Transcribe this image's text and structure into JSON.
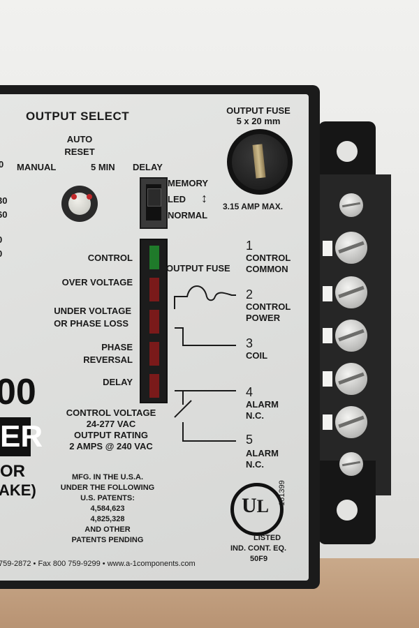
{
  "panel": {
    "output_select": "OUTPUT SELECT",
    "auto_reset": [
      "AUTO",
      "RESET"
    ],
    "manual": "MANUAL",
    "five_min": "5 MIN",
    "delay": "DELAY",
    "memory": "MEMORY",
    "led": "LED",
    "normal": "NORMAL",
    "output_fuse_title": "OUTPUT FUSE",
    "fuse_size": "5 x 20 mm",
    "amp_max": "3.15 AMP MAX.",
    "left_edge_numbers": [
      "0",
      "30",
      "60",
      "0",
      "0"
    ],
    "indicators": [
      {
        "label": "CONTROL",
        "color": "#1f7a2a"
      },
      {
        "label": "OVER VOLTAGE",
        "color": "#7a1a1a"
      },
      {
        "label_lines": [
          "UNDER VOLTAGE",
          "OR PHASE LOSS"
        ],
        "color": "#7a1a1a"
      },
      {
        "label_lines": [
          "PHASE",
          "REVERSAL"
        ],
        "color": "#7a1a1a"
      },
      {
        "label": "DELAY",
        "color": "#7a1a1a"
      }
    ],
    "output_fuse_diagram": "OUTPUT FUSE",
    "terminals": [
      {
        "num": "1",
        "lines": [
          "CONTROL",
          "COMMON"
        ]
      },
      {
        "num": "2",
        "lines": [
          "CONTROL",
          "POWER"
        ]
      },
      {
        "num": "3",
        "lines": [
          "COIL"
        ]
      },
      {
        "num": "4",
        "lines": [
          "ALARM",
          "N.C."
        ]
      },
      {
        "num": "5",
        "lines": [
          "ALARM",
          "N.C."
        ]
      }
    ],
    "specs": [
      "CONTROL VOLTAGE",
      "24-277 VAC",
      "OUTPUT RATING",
      "2 AMPS @ 240 VAC"
    ],
    "big_partial": [
      "00",
      "ER",
      "OR",
      "AKE)"
    ],
    "patents": [
      "MFG. IN THE U.S.A.",
      "UNDER THE FOLLOWING",
      "U.S. PATENTS:",
      "4,584,623",
      "4,825,328",
      "AND OTHER",
      "PATENTS PENDING"
    ],
    "footer": "759-2872 • Fax 800 759-9299 • www.a-1components.com",
    "ul": {
      "listed": "LISTED",
      "category": "IND. CONT. EQ.",
      "code": "50F9",
      "number": "161399"
    }
  }
}
